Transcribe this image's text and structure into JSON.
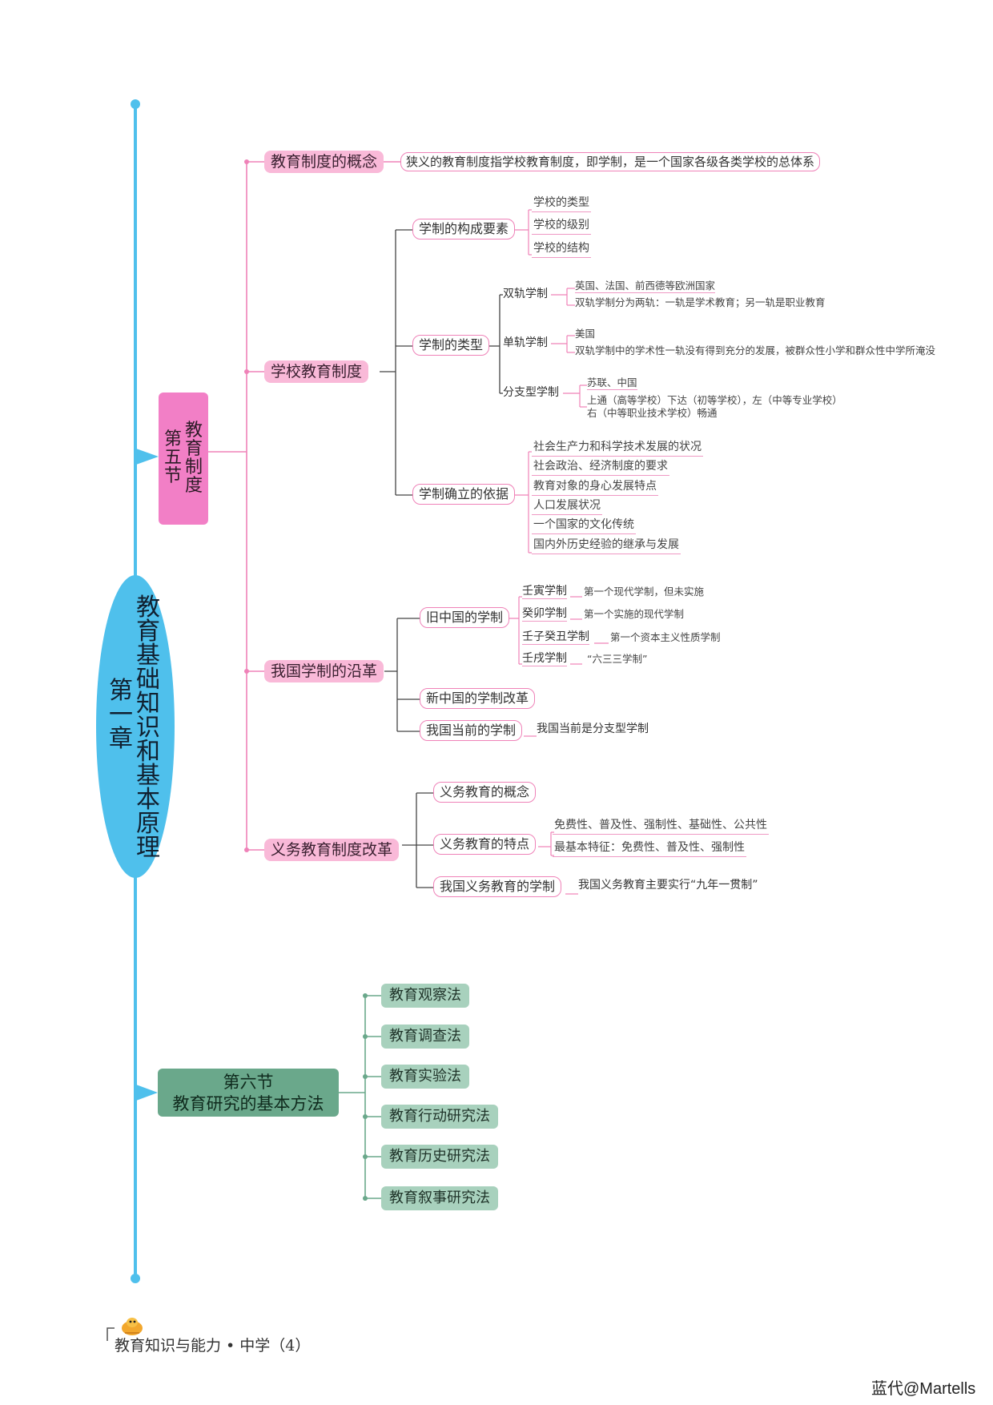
{
  "chapter": {
    "label_col1": "第一章",
    "label_col2": "教育基础知识和基本原理"
  },
  "section5": {
    "label_col1": "第五节",
    "label_col2": "教育制度",
    "concept": {
      "title": "教育制度的概念",
      "definition": "狭义的教育制度指学校教育制度，即学制，是一个国家各级各类学校的总体系"
    },
    "school_system": {
      "title": "学校教育制度",
      "elements": {
        "title": "学制的构成要素",
        "items": [
          "学校的类型",
          "学校的级别",
          "学校的结构"
        ]
      },
      "types": {
        "title": "学制的类型",
        "dual": {
          "title": "双轨学制",
          "items": [
            "英国、法国、前西德等欧洲国家",
            "双轨学制分为两轨：一轨是学术教育；另一轨是职业教育"
          ]
        },
        "single": {
          "title": "单轨学制",
          "items": [
            "美国",
            "双轨学制中的学术性一轨没有得到充分的发展，被群众性小学和群众性中学所淹没"
          ]
        },
        "branch": {
          "title": "分支型学制",
          "items": [
            "苏联、中国",
            "上通（高等学校）下达（初等学校），左（中等专业学校）",
            "右（中等职业技术学校）畅通"
          ]
        }
      },
      "basis": {
        "title": "学制确立的依据",
        "items": [
          "社会生产力和科学技术发展的状况",
          "社会政治、经济制度的要求",
          "教育对象的身心发展特点",
          "人口发展状况",
          "一个国家的文化传统",
          "国内外历史经验的继承与发展"
        ]
      }
    },
    "evolution": {
      "title": "我国学制的沿革",
      "old": {
        "title": "旧中国的学制",
        "items": [
          {
            "name": "壬寅学制",
            "desc": "第一个现代学制，但未实施"
          },
          {
            "name": "癸卯学制",
            "desc": "第一个实施的现代学制"
          },
          {
            "name": "壬子癸丑学制",
            "desc": "第一个资本主义性质学制"
          },
          {
            "name": "壬戌学制",
            "desc": "“六三三学制”"
          }
        ]
      },
      "new_reform": "新中国的学制改革",
      "current": {
        "title": "我国当前的学制",
        "desc": "我国当前是分支型学制"
      }
    },
    "compulsory": {
      "title": "义务教育制度改革",
      "concept": "义务教育的概念",
      "features": {
        "title": "义务教育的特点",
        "items": [
          "免费性、普及性、强制性、基础性、公共性",
          "最基本特征：免费性、普及性、强制性"
        ]
      },
      "system": {
        "title": "我国义务教育的学制",
        "desc": "我国义务教育主要实行“九年一贯制”"
      }
    }
  },
  "section6": {
    "line1": "第六节",
    "line2": "教育研究的基本方法",
    "methods": [
      "教育观察法",
      "教育调查法",
      "教育实验法",
      "教育行动研究法",
      "教育历史研究法",
      "教育叙事研究法"
    ]
  },
  "footer": {
    "book": "教育知识与能力 • 中学（4）",
    "watermark": "蓝代@Martells"
  },
  "colors": {
    "spine": "#4fc0ec",
    "section5": "#f27fc6",
    "section6": "#6aa88b",
    "pink_line": "#ef82b8",
    "green_line": "#6aa88b",
    "pill_pink": "#f9b9d8",
    "pill_green": "#a8d1bd"
  }
}
